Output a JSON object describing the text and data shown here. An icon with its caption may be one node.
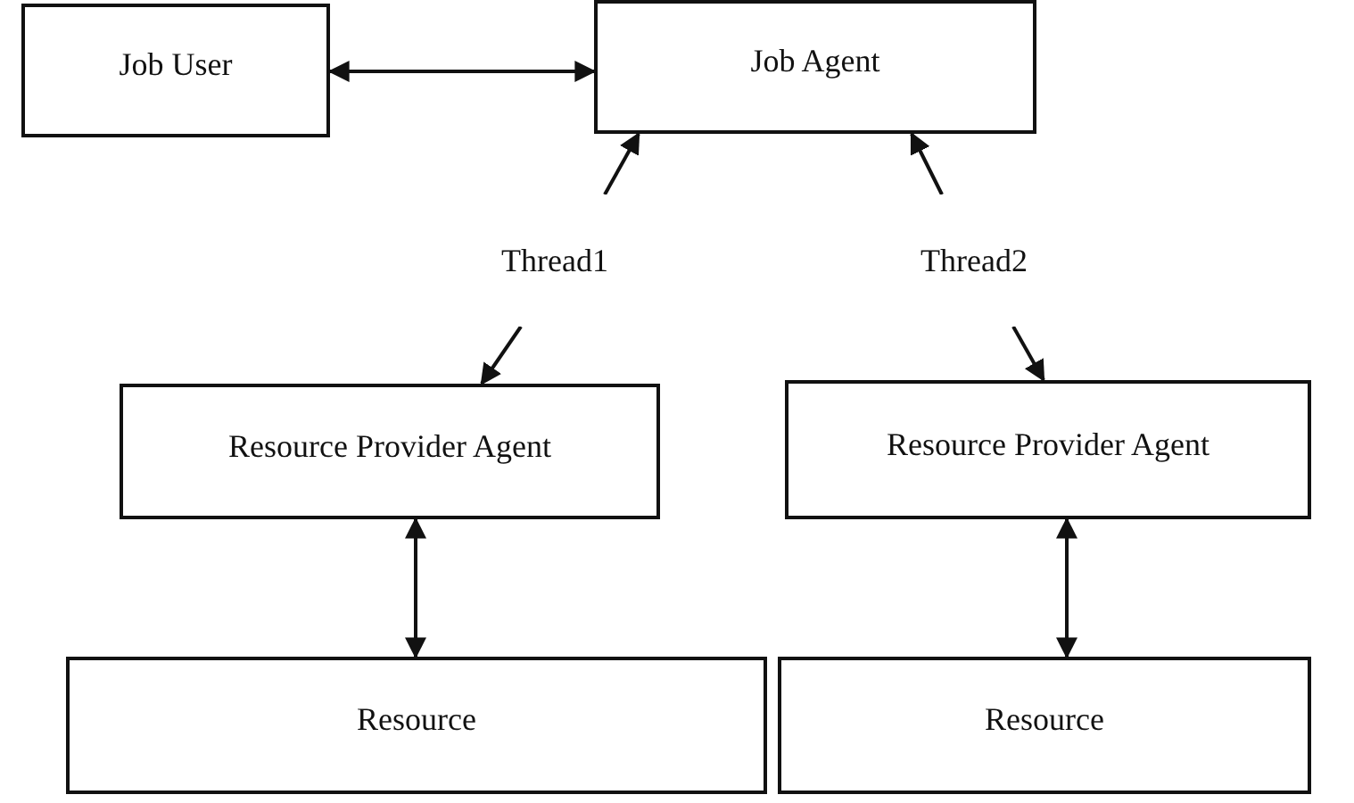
{
  "diagram": {
    "nodes": [
      {
        "text": [
          "Job User"
        ]
      },
      {
        "text": [
          "Job Agent"
        ]
      },
      {
        "text": [
          "Thread1"
        ]
      },
      {
        "text": [
          "Thread2"
        ]
      },
      {
        "text": [
          "Resource Provider Agent"
        ]
      },
      {
        "text": [
          "Resource Provider Agent"
        ]
      },
      {
        "text": [
          "Resource"
        ]
      },
      {
        "text": [
          "Resource"
        ]
      }
    ],
    "edges": [
      {
        "from": 0,
        "to": 1,
        "arrow": "both"
      },
      {
        "from": 2,
        "to": 1,
        "arrow": "to"
      },
      {
        "from": 2,
        "to": 4,
        "arrow": "to"
      },
      {
        "from": 3,
        "to": 1,
        "arrow": "to"
      },
      {
        "from": 3,
        "to": 5,
        "arrow": "to"
      },
      {
        "from": 4,
        "to": 6,
        "arrow": "both"
      },
      {
        "from": 5,
        "to": 7,
        "arrow": "both"
      }
    ]
  }
}
